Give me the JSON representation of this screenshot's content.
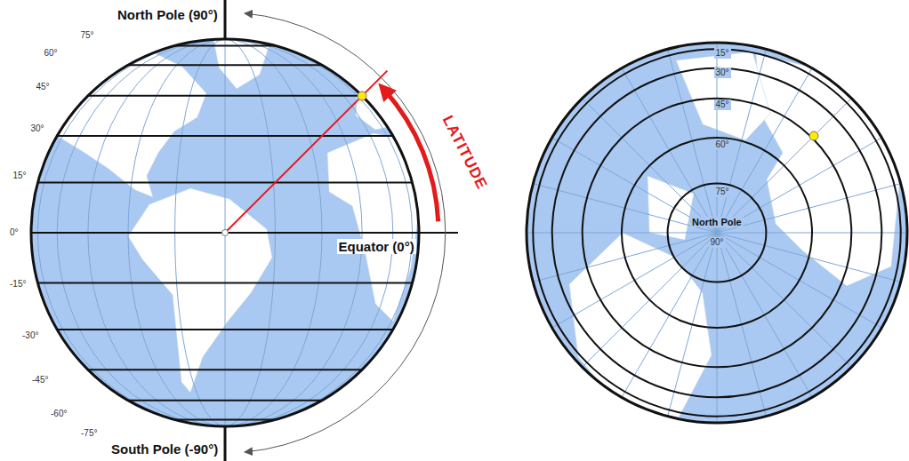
{
  "diagram": {
    "labels": [
      "North Pole (90°)",
      "75°",
      "60°",
      "45°",
      "30°",
      "15°",
      "0°",
      "-15°",
      "-30°",
      "-45°",
      "-60°",
      "-75°",
      "South Pole (-90°)",
      "Equator (0°)",
      "LATITUDE",
      "15°",
      "30°",
      "45°",
      "60°",
      "75°",
      "North Pole",
      "90°"
    ]
  }
}
